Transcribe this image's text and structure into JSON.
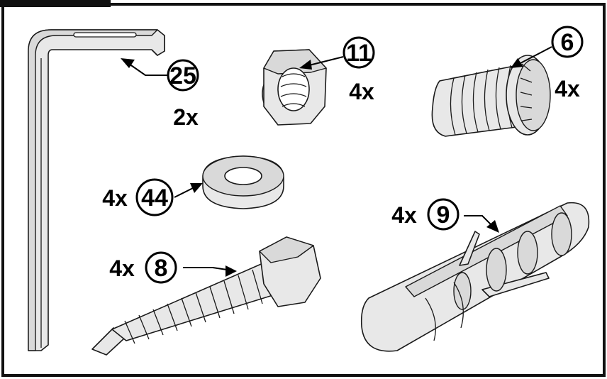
{
  "parts": [
    {
      "id": "bracket",
      "callout": "25",
      "quantity": "2x"
    },
    {
      "id": "flange-nut",
      "callout": "11",
      "quantity": "4x"
    },
    {
      "id": "carriage-bolt",
      "callout": "6",
      "quantity": "4x"
    },
    {
      "id": "washer",
      "callout": "44",
      "quantity": "4x"
    },
    {
      "id": "hex-bolt",
      "callout": "8",
      "quantity": "4x"
    },
    {
      "id": "wall-anchor",
      "callout": "9",
      "quantity": "4x"
    }
  ]
}
